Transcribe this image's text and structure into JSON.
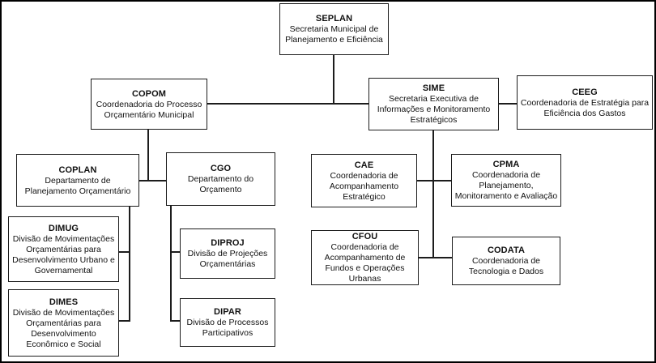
{
  "diagram": {
    "type": "org-chart",
    "title": "",
    "colors": {
      "background": "#ffffff",
      "box_fill": "#ffffff",
      "box_border": "#1c1c1c",
      "line": "#1c1c1c",
      "text": "#111111"
    },
    "nodes": {
      "seplan": {
        "acronym": "SEPLAN",
        "name": "Secretaria Municipal de\nPlanejamento e Eficiência"
      },
      "copom": {
        "acronym": "COPOM",
        "name": "Coordenadoria do Processo\nOrçamentário Municipal"
      },
      "sime": {
        "acronym": "SIME",
        "name": "Secretaria Executiva de\nInformações e Monitoramento\nEstratégicos"
      },
      "ceeg": {
        "acronym": "CEEG",
        "name": "Coordenadoria de Estratégia para\nEficiência dos Gastos"
      },
      "coplan": {
        "acronym": "COPLAN",
        "name": "Departamento de\nPlanejamento Orçamentário"
      },
      "cgo": {
        "acronym": "CGO",
        "name": "Departamento do\nOrçamento"
      },
      "cae": {
        "acronym": "CAE",
        "name": "Coordenadoria de\nAcompanhamento\nEstratégico"
      },
      "cpma": {
        "acronym": "CPMA",
        "name": "Coordenadoria de\nPlanejamento,\nMonitoramento e Avaliação"
      },
      "dimug": {
        "acronym": "DIMUG",
        "name": "Divisão de Movimentações\nOrçamentárias para\nDesenvolvimento Urbano e\nGovernamental"
      },
      "dimes": {
        "acronym": "DIMES",
        "name": "Divisão de Movimentações\nOrçamentárias para\nDesenvolvimento\nEconômico e Social"
      },
      "diproj": {
        "acronym": "DIPROJ",
        "name": "Divisão de Projeções\nOrçamentárias"
      },
      "dipar": {
        "acronym": "DIPAR",
        "name": "Divisão de Processos\nParticipativos"
      },
      "cfou": {
        "acronym": "CFOU",
        "name": "Coordenadoria de\nAcompanhamento de\nFundos e Operações\nUrbanas"
      },
      "codata": {
        "acronym": "CODATA",
        "name": "Coordenadoria de\nTecnologia e Dados"
      }
    },
    "edges": [
      {
        "from": "SEPLAN",
        "to": "COPOM"
      },
      {
        "from": "SEPLAN",
        "to": "SIME"
      },
      {
        "from": "SIME",
        "to": "CEEG"
      },
      {
        "from": "COPOM",
        "to": "COPLAN"
      },
      {
        "from": "COPOM",
        "to": "CGO"
      },
      {
        "from": "COPLAN",
        "to": "DIMUG"
      },
      {
        "from": "COPLAN",
        "to": "DIMES"
      },
      {
        "from": "CGO",
        "to": "DIPROJ"
      },
      {
        "from": "CGO",
        "to": "DIPAR"
      },
      {
        "from": "SIME",
        "to": "CAE"
      },
      {
        "from": "SIME",
        "to": "CPMA"
      },
      {
        "from": "SIME",
        "to": "CFOU"
      },
      {
        "from": "SIME",
        "to": "CODATA"
      }
    ]
  }
}
